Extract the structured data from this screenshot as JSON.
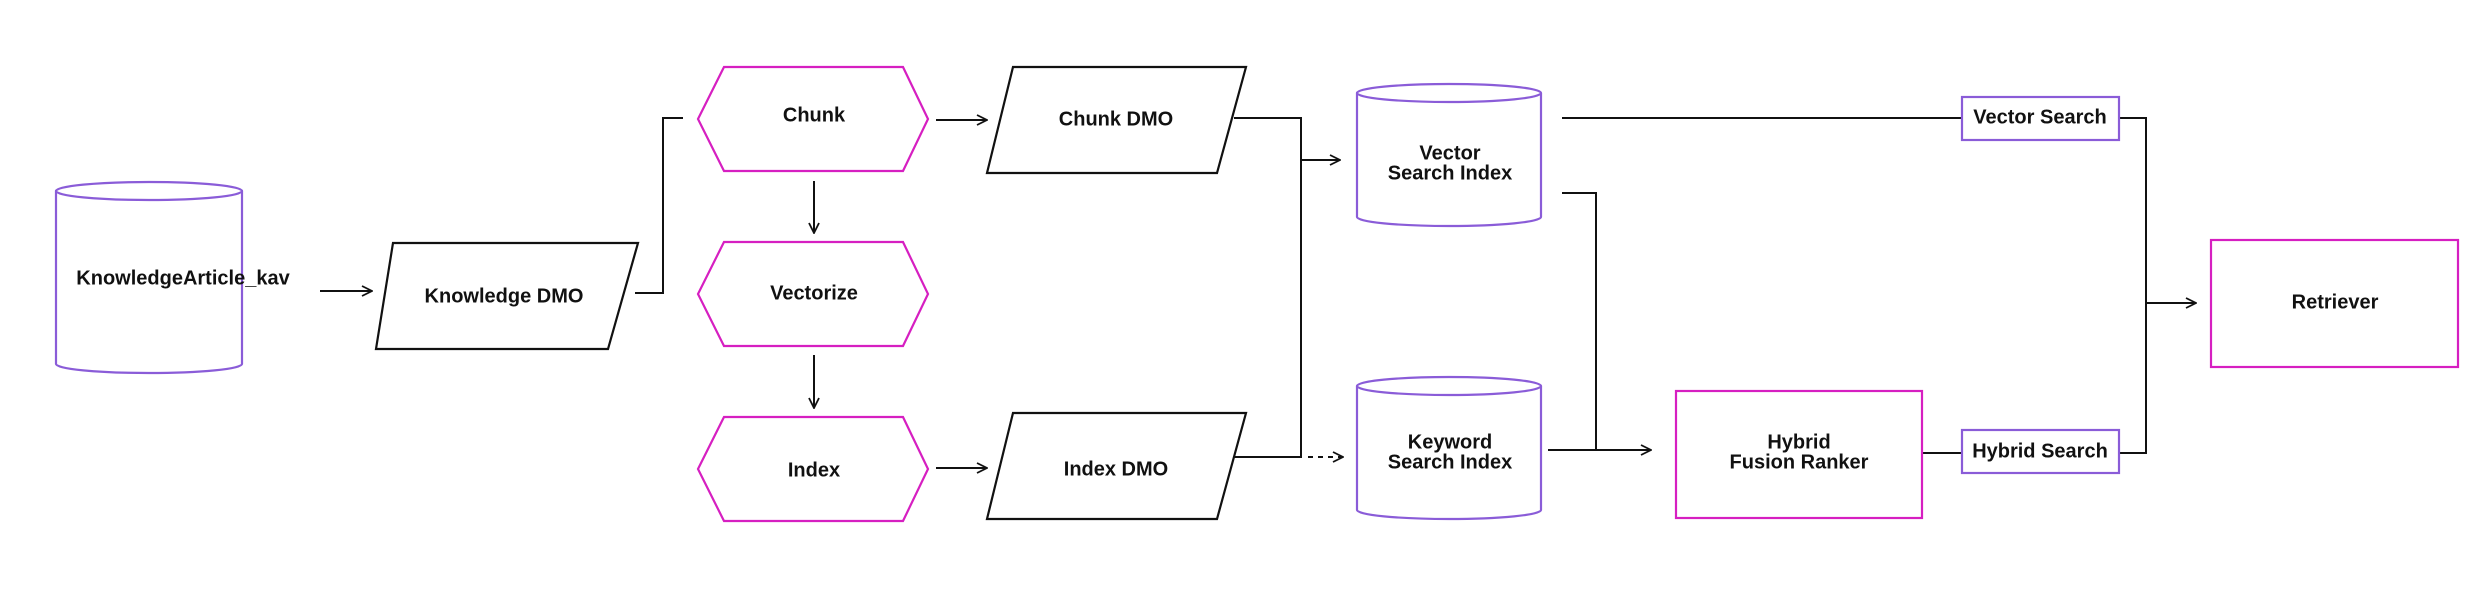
{
  "nodes": {
    "knowledge_article": "KnowledgeArticle_kav",
    "knowledge_dmo": "Knowledge DMO",
    "chunk": "Chunk",
    "vectorize": "Vectorize",
    "index": "Index",
    "chunk_dmo": "Chunk DMO",
    "index_dmo": "Index DMO",
    "vector_index": [
      "Vector",
      "Search Index"
    ],
    "keyword_index": [
      "Keyword",
      "Search Index"
    ],
    "hybrid_ranker": [
      "Hybrid",
      "Fusion Ranker"
    ],
    "vector_search": "Vector Search",
    "hybrid_search": "Hybrid Search",
    "retriever": "Retriever"
  },
  "colors": {
    "datastore_stroke": "#8a5cd8",
    "process_stroke": "#d61fc1",
    "dmo_stroke": "#111111",
    "connector": "#111111"
  }
}
